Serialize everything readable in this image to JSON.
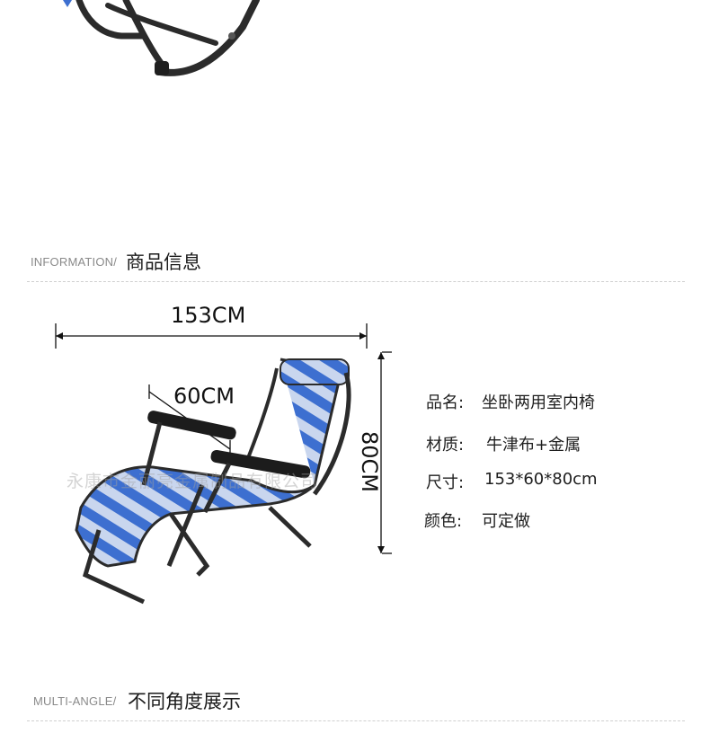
{
  "sections": {
    "info_en": "INFORMATION/",
    "info_zh": "商品信息",
    "angle_en": "MULTI-ANGLE/",
    "angle_zh": "不同角度展示"
  },
  "dimensions": {
    "length": "153CM",
    "width": "60CM",
    "height": "80CM"
  },
  "specs": [
    {
      "label": "品名:",
      "value": "坐卧两用室内椅"
    },
    {
      "label": "材质:",
      "value": "牛津布+金属"
    },
    {
      "label": "尺寸:",
      "value": "153*60*80cm"
    },
    {
      "label": "颜色:",
      "value": "可定做"
    }
  ],
  "watermark": "永康市金丽亮金属制品有限公司",
  "colors": {
    "stripe_blue": "#3d6fd0",
    "stripe_light": "#c9d6ee",
    "frame": "#2b2b2b"
  }
}
